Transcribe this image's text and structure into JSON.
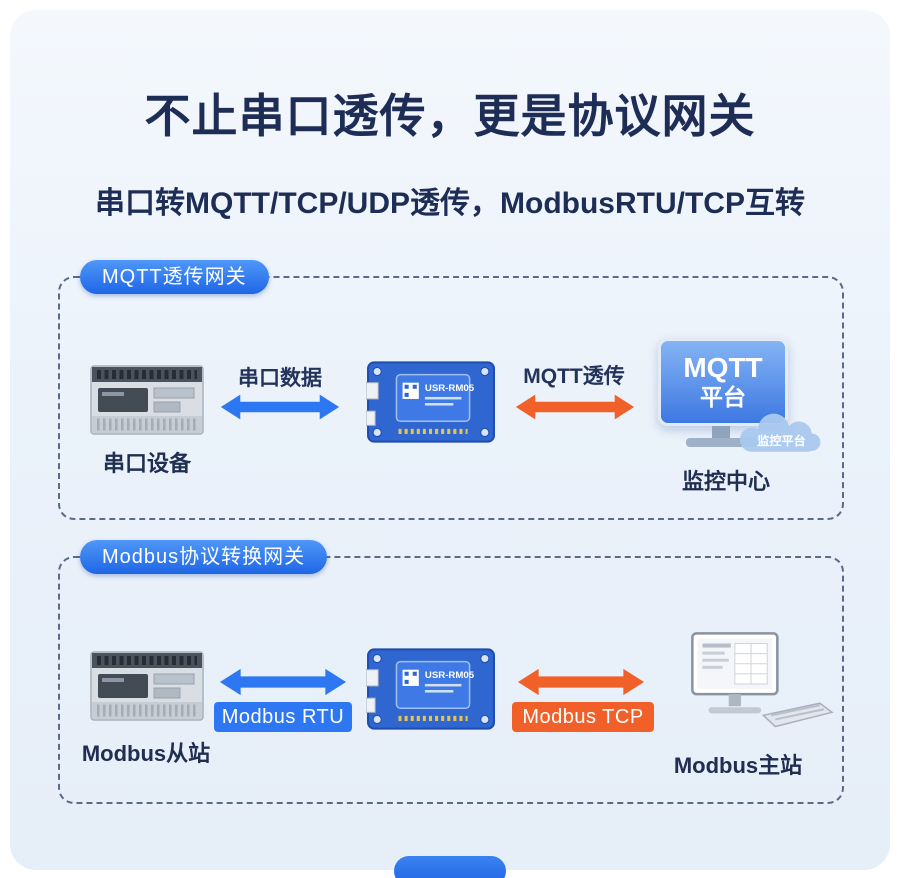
{
  "header": {
    "title": "不止串口透传，更是协议网关",
    "subtitle": "串口转MQTT/TCP/UDP透传，ModbusRTU/TCP互转"
  },
  "sections": [
    {
      "label": "MQTT透传网关",
      "left_caption": "串口设备",
      "blue_arrow_label": "串口数据",
      "orange_arrow_label": "MQTT透传",
      "right_caption": "监控中心",
      "screen": {
        "line1": "MQTT",
        "line2": "平台"
      },
      "cloud_label": "监控平台"
    },
    {
      "label": "Modbus协议转换网关",
      "left_caption": "Modbus从站",
      "blue_arrow_label": "Modbus RTU",
      "orange_arrow_label": "Modbus TCP",
      "right_caption": "Modbus主站"
    }
  ],
  "module": {
    "name": "USR-RM05"
  },
  "colors": {
    "accent_blue": "#2E77F2",
    "accent_orange": "#F2602A",
    "title_navy": "#1E2D55",
    "panel_border_dash": "#5A6B88",
    "card_bg": "#EBF2FA"
  }
}
